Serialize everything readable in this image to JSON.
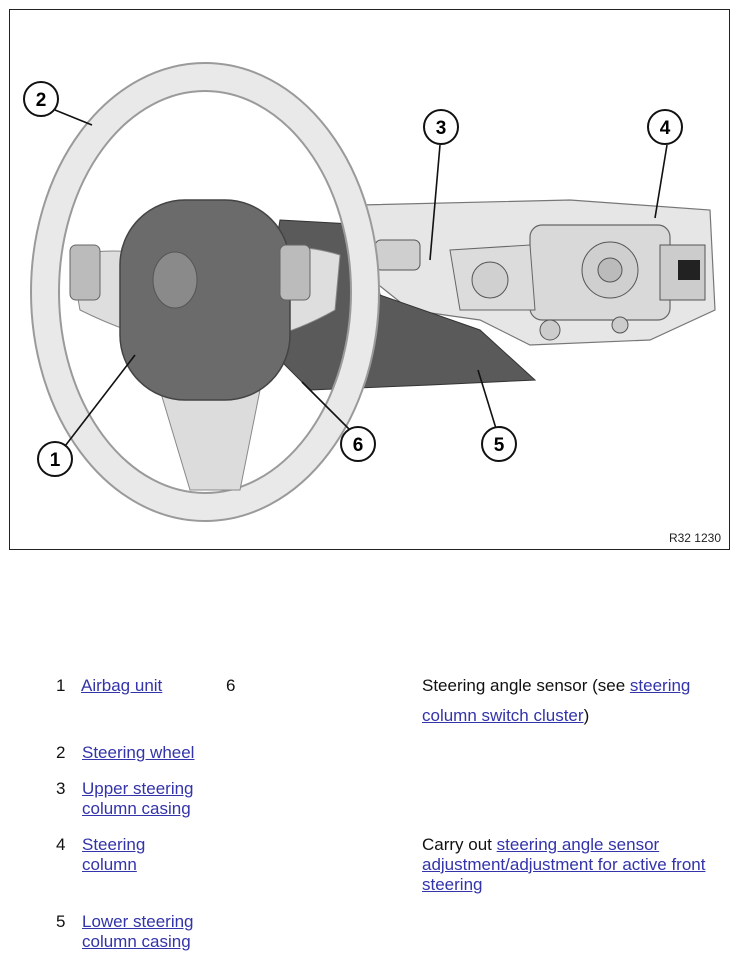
{
  "figure": {
    "code": "R32 1230",
    "callouts": [
      "1",
      "2",
      "3",
      "4",
      "5",
      "6"
    ]
  },
  "legend": {
    "items": [
      {
        "num": "1",
        "label": "Airbag unit"
      },
      {
        "num": "2",
        "label": "Steering wheel"
      },
      {
        "num": "3",
        "label_line1": "Upper steering",
        "label_line2": "column casing"
      },
      {
        "num": "4",
        "label_line1": "Steering",
        "label_line2": "column"
      },
      {
        "num": "5",
        "label_line1": "Lower steering",
        "label_line2": "column casing"
      },
      {
        "num": "6"
      }
    ],
    "note6": {
      "prefix": "Steering angle sensor (see ",
      "link_part1": "steering",
      "link_part2": "column switch cluster",
      "suffix": ")"
    },
    "note4": {
      "prefix": "Carry out ",
      "link_line1": "steering angle sensor",
      "link_line2": "adjustment/adjustment for active front",
      "link_line3": "steering"
    }
  }
}
